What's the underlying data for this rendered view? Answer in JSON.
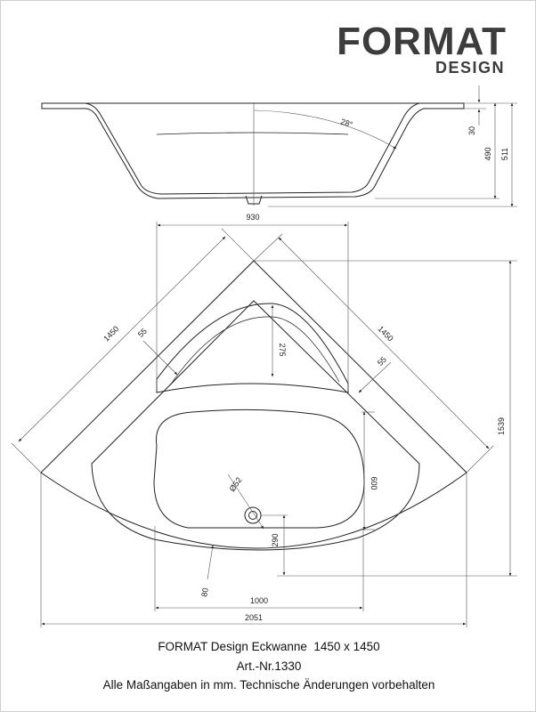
{
  "brand": {
    "name": "FORMAT",
    "subtitle": "DESIGN",
    "text_color": "#3c3c3c",
    "accent_color": "#7a7a7a"
  },
  "side_view": {
    "rim_angle": "28°",
    "rim_thickness": "30",
    "inner_depth": "490",
    "total_height": "511"
  },
  "plan_view": {
    "headrest_width": "930",
    "side_length_left": "1450",
    "side_length_right": "1450",
    "rim_left": "55",
    "rim_right": "55",
    "headrest_depth": "275",
    "total_depth": "1539",
    "drain_diameter": "Ø52",
    "basin_length": "600",
    "drain_offset": "290",
    "front_rim": "80",
    "basin_width": "1000",
    "total_width": "2051"
  },
  "caption": {
    "title": "FORMAT Design Eckwanne  1450 x 1450",
    "article": "Art.-Nr.1330",
    "note": "Alle Maßangaben in mm. Technische Änderungen vorbehalten"
  },
  "colors": {
    "line": "#222222",
    "dim_line": "#555555"
  }
}
